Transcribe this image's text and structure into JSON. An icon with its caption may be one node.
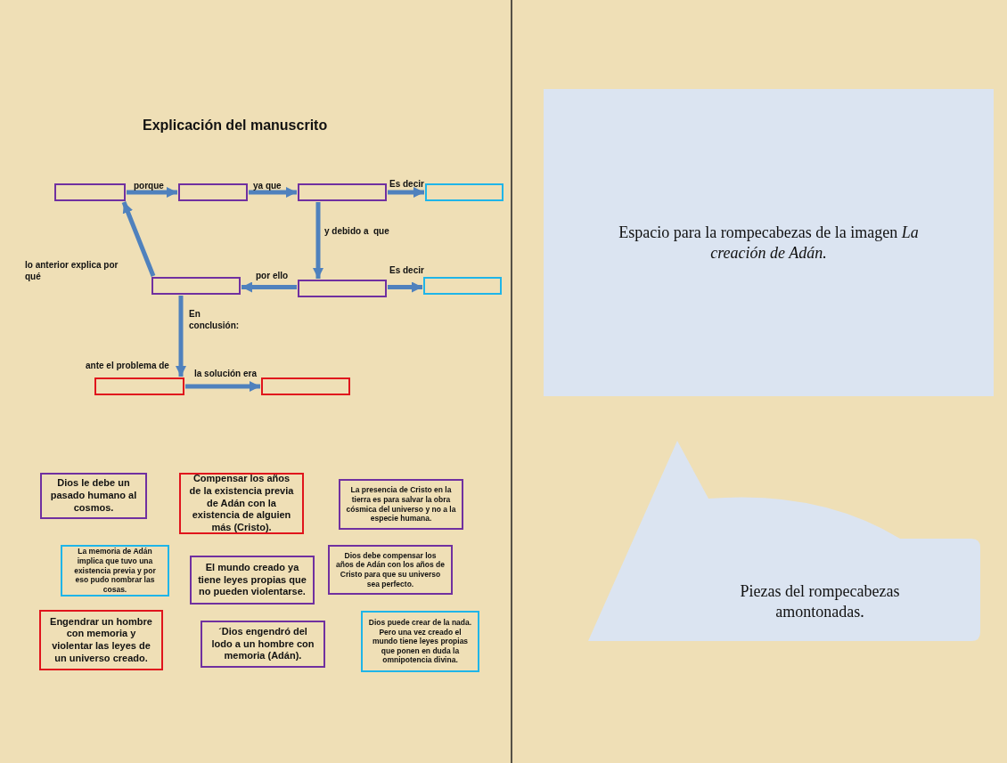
{
  "diagram": {
    "title": "Explicación del manuscrito",
    "nodes": [
      {
        "text": [],
        "shape": "box"
      },
      {
        "text": [],
        "shape": "box"
      },
      {
        "text": [],
        "shape": "box"
      },
      {
        "text": [],
        "shape": "box"
      },
      {
        "text": [],
        "shape": "box"
      },
      {
        "text": [],
        "shape": "box"
      },
      {
        "text": [],
        "shape": "box"
      },
      {
        "text": [],
        "shape": "box",
        "beside": [
          "ante el problema de"
        ]
      },
      {
        "text": [],
        "shape": "box"
      },
      {
        "text": [
          "Dios le debe un pasado humano al cosmos."
        ]
      },
      {
        "text": [
          "Compensar los años de la existencia previa de Adán con la existencia de alguien más (Cristo)."
        ]
      },
      {
        "text": [
          "La presencia de Cristo en la tierra es para salvar la obra cósmica del universo y no a la especie humana."
        ]
      },
      {
        "text": [
          "La memoria de Adán implica que tuvo una existencia previa y por eso pudo nombrar las cosas."
        ]
      },
      {
        "text": [
          "El mundo creado ya tiene leyes propias que no pueden violentarse."
        ]
      },
      {
        "text": [
          "Dios debe compensar los años de Adán con los años de Cristo para que su universo sea perfecto."
        ]
      },
      {
        "text": [
          "Engendrar un hombre con memoria y violentar las leyes de un universo creado."
        ]
      },
      {
        "text": [
          "´Dios engendró del lodo a un hombre con memoria (Adán)."
        ]
      },
      {
        "text": [
          "Dios puede crear de la nada. Pero una vez creado el mundo tiene leyes propias que ponen en duda la omnipotencia divina."
        ]
      },
      {
        "text": [
          "Espacio para la rompecabezas de la imagen *La creación de Adán.*"
        ]
      },
      {
        "text": [
          "Piezas del rompecabezas amontonadas."
        ]
      }
    ],
    "edges": [
      {
        "from": 0,
        "to": 1,
        "arrow": "to",
        "label": "porque"
      },
      {
        "from": 1,
        "to": 2,
        "arrow": "to",
        "label": "ya que"
      },
      {
        "from": 2,
        "to": 3,
        "arrow": "to",
        "label": "Es decir"
      },
      {
        "from": 2,
        "to": 5,
        "arrow": "to",
        "label": "y debido a  que"
      },
      {
        "from": 5,
        "to": 4,
        "arrow": "to",
        "label": "por ello"
      },
      {
        "from": 5,
        "to": 6,
        "arrow": "to",
        "label": "Es decir"
      },
      {
        "from": 4,
        "to": 0,
        "arrow": "to",
        "label": "lo anterior explica por qué"
      },
      {
        "from": 4,
        "to": 7,
        "arrow": "to",
        "label": "En conclusión:"
      },
      {
        "from": 7,
        "to": 8,
        "arrow": "to",
        "label": "la solución era"
      }
    ]
  }
}
